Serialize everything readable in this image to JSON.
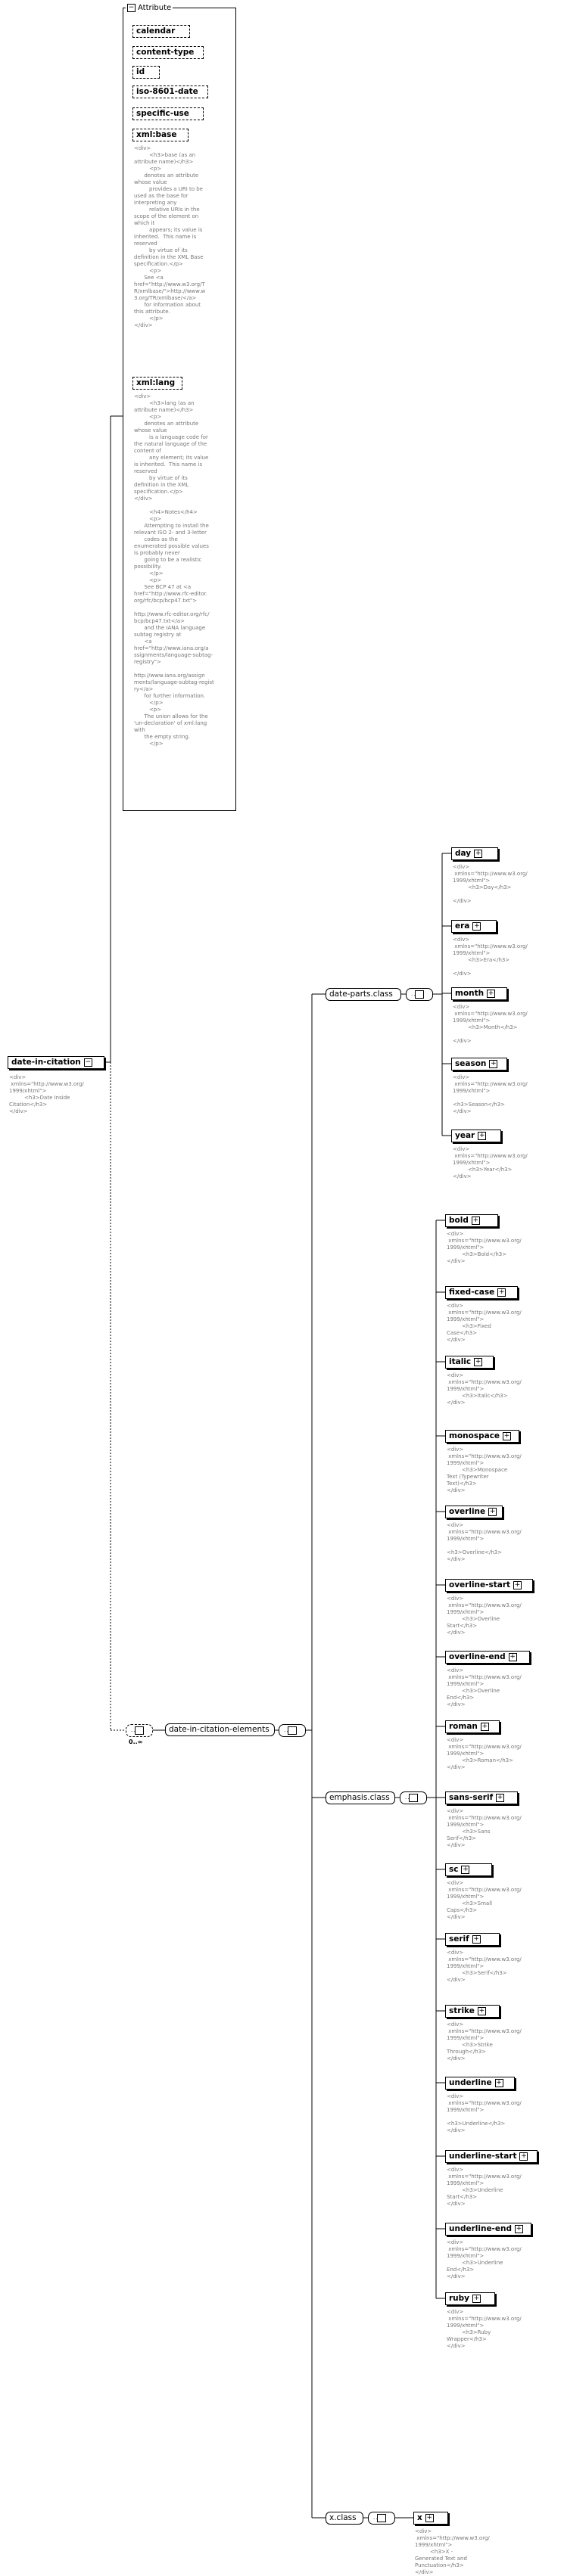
{
  "root": {
    "name": "date-in-citation",
    "doc": "<div>\n xmlns=\"http://www.w3.org/\n1999/xhtml\">\n         <h3>Date Inside\nCitation</h3>\n</div>"
  },
  "attributes": {
    "header": "Attribute",
    "items": [
      {
        "name": "calendar"
      },
      {
        "name": "content-type"
      },
      {
        "name": "id"
      },
      {
        "name": "iso-8601-date"
      },
      {
        "name": "specific-use"
      },
      {
        "name": "xml:base",
        "doc": "<div>\n         <h3>base (as an\nattribute name)</h3>\n         <p>\n      denotes an attribute\nwhose value\n         provides a URI to be\nused as the base for\ninterpreting any\n         relative URIs in the\nscope of the element on\nwhich it\n         appears; its value is\ninherited.  This name is\nreserved\n         by virtue of its\ndefinition in the XML Base\nspecification.</p>\n         <p>\n      See <a\nhref=\"http://www.w3.org/T\nR/xmlbase/\">http://www.w\n3.org/TR/xmlbase/</a>\n      for information about\nthis attribute.\n         </p>\n</div>"
      },
      {
        "name": "xml:lang",
        "doc": "<div>\n         <h3>lang (as an\nattribute name)</h3>\n         <p>\n      denotes an attribute\nwhose value\n         is a language code for\nthe natural language of the\ncontent of\n         any element; its value\nis inherited.  This name is\nreserved\n         by virtue of its\ndefinition in the XML\nspecification.</p>\n</div>\n\n         <h4>Notes</h4>\n         <p>\n      Attempting to install the\nrelevant ISO 2- and 3-letter\n      codes as the\nenumerated possible values\nis probably never\n      going to be a realistic\npossibility.\n         </p>\n         <p>\n      See BCP 47 at <a\nhref=\"http://www.rfc-editor.\norg/rfc/bcp/bcp47.txt\">\n\nhttp://www.rfc-editor.org/rfc/\nbcp/bcp47.txt</a>\n      and the IANA language\nsubtag registry at\n      <a\nhref=\"http://www.iana.org/a\nssignments/language-subtag-\nregistry\">\n\nhttp://www.iana.org/assign\nments/language-subtag-regist\nry</a>\n      for further information.\n         </p>\n         <p>\n      The union allows for the\n'un-declaration' of xml:lang\nwith\n      the empty string.\n         </p>"
      }
    ]
  },
  "choice_occurrence": "0..∞",
  "group": "date-in-citation-elements",
  "classes": [
    {
      "name": "date-parts.class",
      "elements": [
        {
          "name": "day",
          "doc": "<div>\n xmlns=\"http://www.w3.org/\n1999/xhtml\">\n         <h3>Day</h3>\n\n</div>"
        },
        {
          "name": "era",
          "doc": "<div>\n xmlns=\"http://www.w3.org/\n1999/xhtml\">\n         <h3>Era</h3>\n\n</div>"
        },
        {
          "name": "month",
          "doc": "<div>\n xmlns=\"http://www.w3.org/\n1999/xhtml\">\n         <h3>Month</h3>\n\n</div>"
        },
        {
          "name": "season",
          "doc": "<div>\n xmlns=\"http://www.w3.org/\n1999/xhtml\">\n\n<h3>Season</h3>\n</div>"
        },
        {
          "name": "year",
          "doc": "<div>\n xmlns=\"http://www.w3.org/\n1999/xhtml\">\n         <h3>Year</h3>\n</div>"
        }
      ]
    },
    {
      "name": "emphasis.class",
      "elements": [
        {
          "name": "bold",
          "doc": "<div>\n xmlns=\"http://www.w3.org/\n1999/xhtml\">\n         <h3>Bold</h3>\n</div>"
        },
        {
          "name": "fixed-case",
          "doc": "<div>\n xmlns=\"http://www.w3.org/\n1999/xhtml\">\n         <h3>Fixed\nCase</h3>\n</div>"
        },
        {
          "name": "italic",
          "doc": "<div>\n xmlns=\"http://www.w3.org/\n1999/xhtml\">\n         <h3>Italic</h3>\n</div>"
        },
        {
          "name": "monospace",
          "doc": "<div>\n xmlns=\"http://www.w3.org/\n1999/xhtml\">\n         <h3>Monospace\nText (Typewriter\nText)</h3>\n</div>"
        },
        {
          "name": "overline",
          "doc": "<div>\n xmlns=\"http://www.w3.org/\n1999/xhtml\">\n\n<h3>Overline</h3>\n</div>"
        },
        {
          "name": "overline-start",
          "doc": "<div>\n xmlns=\"http://www.w3.org/\n1999/xhtml\">\n         <h3>Overline\nStart</h3>\n</div>"
        },
        {
          "name": "overline-end",
          "doc": "<div>\n xmlns=\"http://www.w3.org/\n1999/xhtml\">\n         <h3>Overline\nEnd</h3>\n</div>"
        },
        {
          "name": "roman",
          "doc": "<div>\n xmlns=\"http://www.w3.org/\n1999/xhtml\">\n         <h3>Roman</h3>\n</div>"
        },
        {
          "name": "sans-serif",
          "doc": "<div>\n xmlns=\"http://www.w3.org/\n1999/xhtml\">\n         <h3>Sans\nSerif</h3>\n</div>"
        },
        {
          "name": "sc",
          "doc": "<div>\n xmlns=\"http://www.w3.org/\n1999/xhtml\">\n         <h3>Small\nCaps</h3>\n</div>"
        },
        {
          "name": "serif",
          "doc": "<div>\n xmlns=\"http://www.w3.org/\n1999/xhtml\">\n         <h3>Serif</h3>\n</div>"
        },
        {
          "name": "strike",
          "doc": "<div>\n xmlns=\"http://www.w3.org/\n1999/xhtml\">\n         <h3>Strike\nThrough</h3>\n</div>"
        },
        {
          "name": "underline",
          "doc": "<div>\n xmlns=\"http://www.w3.org/\n1999/xhtml\">\n\n<h3>Underline</h3>\n</div>"
        },
        {
          "name": "underline-start",
          "doc": "<div>\n xmlns=\"http://www.w3.org/\n1999/xhtml\">\n         <h3>Underline\nStart</h3>\n</div>"
        },
        {
          "name": "underline-end",
          "doc": "<div>\n xmlns=\"http://www.w3.org/\n1999/xhtml\">\n         <h3>Underline\nEnd</h3>\n</div>"
        },
        {
          "name": "ruby",
          "doc": "<div>\n xmlns=\"http://www.w3.org/\n1999/xhtml\">\n         <h3>Ruby\nWrapper</h3>\n</div>"
        }
      ]
    },
    {
      "name": "x.class",
      "elements": [
        {
          "name": "x",
          "doc": "<div>\n xmlns=\"http://www.w3.org/\n1999/xhtml\">\n         <h3>X -\nGenerated Text and\nPunctuation</h3>\n</div>"
        }
      ]
    }
  ]
}
